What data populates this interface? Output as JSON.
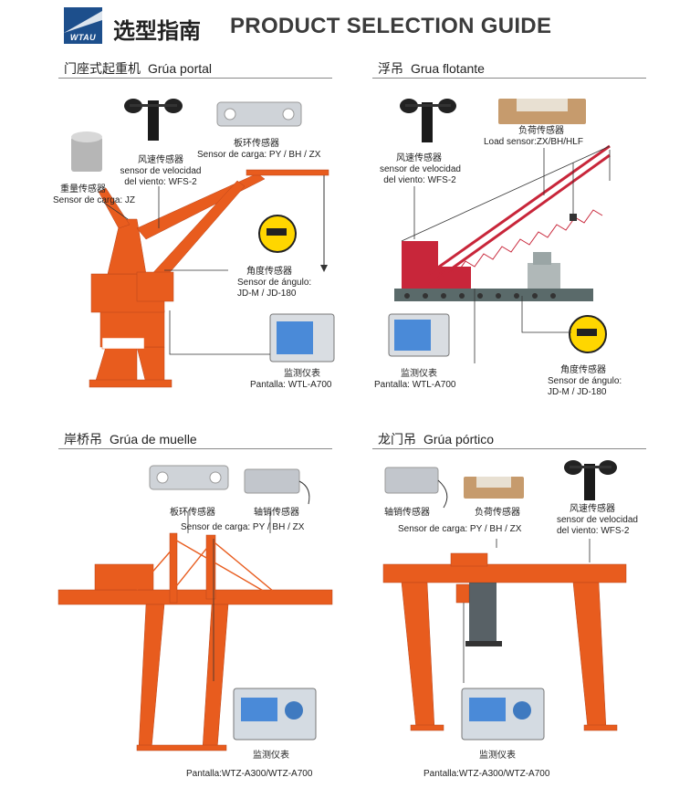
{
  "header": {
    "logo_text": "WTAU",
    "title_cn": "选型指南",
    "title_en": "PRODUCT SELECTION GUIDE"
  },
  "colors": {
    "crane_orange": "#e85c1e",
    "crane_red": "#c8263a",
    "logo_blue": "#1d4f8c",
    "screen_blue": "#4a8ad8"
  },
  "panels": {
    "portal": {
      "title_cn": "门座式起重机",
      "title_en": "Grúa portal",
      "anemometer_cn": "风速传感器",
      "anemometer_es": "sensor de velocidad",
      "anemometer_es2": "del viento: WFS-2",
      "plate_cn": "板环传感器",
      "plate_es": "Sensor de carga: PY / BH / ZX",
      "weight_cn": "重量传感器",
      "weight_es": "Sensor de carga: JZ",
      "angle_cn": "角度传感器",
      "angle_es": "Sensor de ángulo:",
      "angle_model": "JD-M / JD-180",
      "display_cn": "监测仪表",
      "display_es": "Pantalla: WTL-A700"
    },
    "floating": {
      "title_cn": "浮吊",
      "title_en": "Grua flotante",
      "anemometer_cn": "风速传感器",
      "anemometer_es": "sensor de velocidad",
      "anemometer_es2": "del viento: WFS-2",
      "load_cn": "负荷传感器",
      "load_es": "Load sensor:ZX/BH/HLF",
      "angle_cn": "角度传感器",
      "angle_es": "Sensor de ángulo:",
      "angle_model": "JD-M / JD-180",
      "display_cn": "监测仪表",
      "display_es": "Pantalla: WTL-A700"
    },
    "quay": {
      "title_cn": "岸桥吊",
      "title_en": "Grúa de muelle",
      "plate_cn": "板环传感器",
      "pin_cn": "轴销传感器",
      "load_es": "Sensor de carga: PY / BH / ZX",
      "display_cn": "监测仪表",
      "display_es": "Pantalla:WTZ-A300/WTZ-A700"
    },
    "gantry": {
      "title_cn": "龙门吊",
      "title_en": "Grúa pórtico",
      "pin_cn": "轴销传感器",
      "load_cn": "负荷传感器",
      "load_es": "Sensor de carga: PY / BH / ZX",
      "anemometer_cn": "风速传感器",
      "anemometer_es": "sensor de velocidad",
      "anemometer_es2": "del viento: WFS-2",
      "display_cn": "监测仪表",
      "display_es": "Pantalla:WTZ-A300/WTZ-A700"
    }
  }
}
